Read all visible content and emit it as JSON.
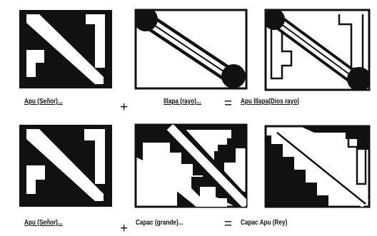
{
  "colors": {
    "ink": "#111111",
    "paper": "#ffffff"
  },
  "row1": {
    "label_a": "Apu (Señor)...",
    "operator_plus": "+",
    "label_b": "Illapa (rayo)...",
    "operator_equals": "=",
    "label_c_main": "Apu Illapa",
    "label_c_gloss": "(Dios rayo)"
  },
  "row2": {
    "label_a": "Apu (Señor)...",
    "operator_plus": "+",
    "label_b": "Capac (grande)...",
    "operator_equals": "=",
    "label_c": "Capac Apu (Rey)"
  }
}
